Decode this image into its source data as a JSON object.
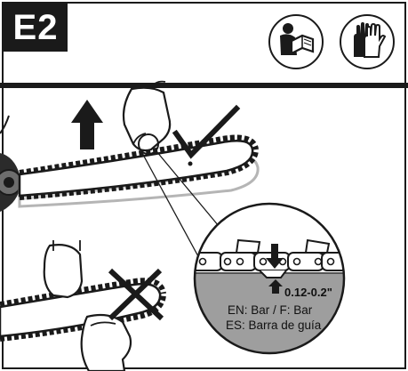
{
  "header": {
    "step_label": "E2",
    "pictograms": [
      "read-manual-icon",
      "wear-gloves-icon"
    ]
  },
  "detail": {
    "measurement": "0.12-0.2\"",
    "label_en_fr": "EN: Bar / F: Bar",
    "label_es": "ES: Barra de guía"
  },
  "indicators": {
    "correct": "check-mark-icon",
    "incorrect": "cross-mark-icon",
    "direction": "up-arrow-icon"
  },
  "colors": {
    "ink": "#1a1a1a",
    "detail_fill": "#9e9e9e"
  }
}
